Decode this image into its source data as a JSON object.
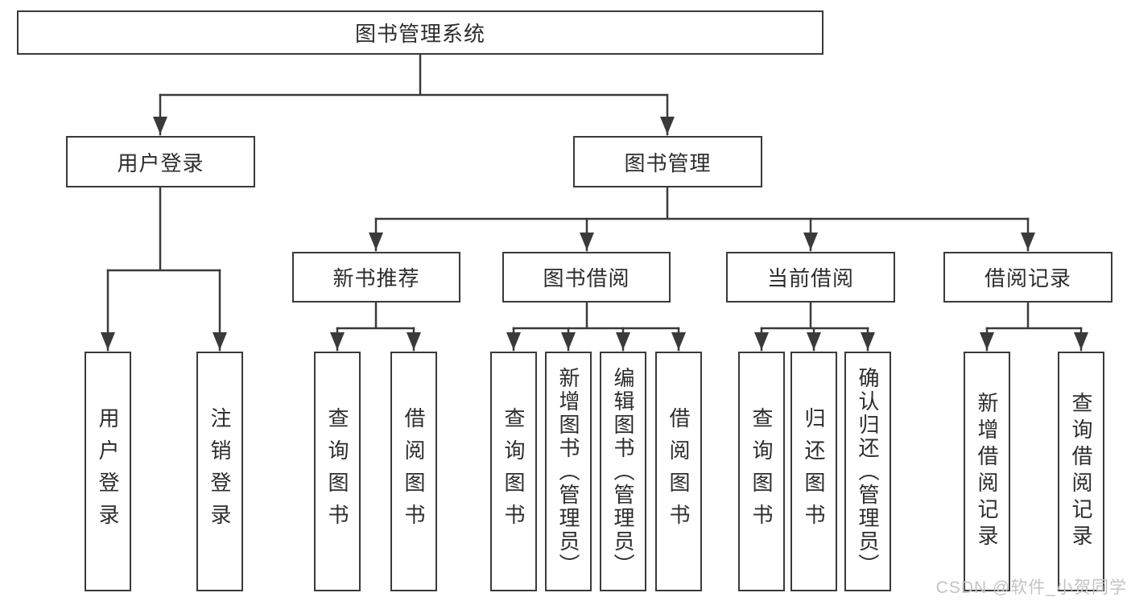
{
  "diagram": {
    "root": {
      "label": "图书管理系统"
    },
    "level2": [
      {
        "label": "用户登录"
      },
      {
        "label": "图书管理"
      }
    ],
    "level3": [
      {
        "label": "新书推荐"
      },
      {
        "label": "图书借阅"
      },
      {
        "label": "当前借阅"
      },
      {
        "label": "借阅记录"
      }
    ],
    "leaves": {
      "user": [
        "用户登录",
        "注销登录"
      ],
      "recommend": [
        "查询图书",
        "借阅图书"
      ],
      "borrow": [
        "查询图书",
        "新增图书（管理员）",
        "编辑图书（管理员）",
        "借阅图书"
      ],
      "current": [
        "查询图书",
        "归还图书",
        "确认归还（管理员）"
      ],
      "records": [
        "新增借阅记录",
        "查询借阅记录"
      ]
    },
    "colors": {
      "line": "#3a3a3a",
      "text": "#2d2d2d",
      "watermark": "#c3c3c3"
    }
  },
  "watermark": {
    "text": "CSDN @软件_小贺同学"
  }
}
